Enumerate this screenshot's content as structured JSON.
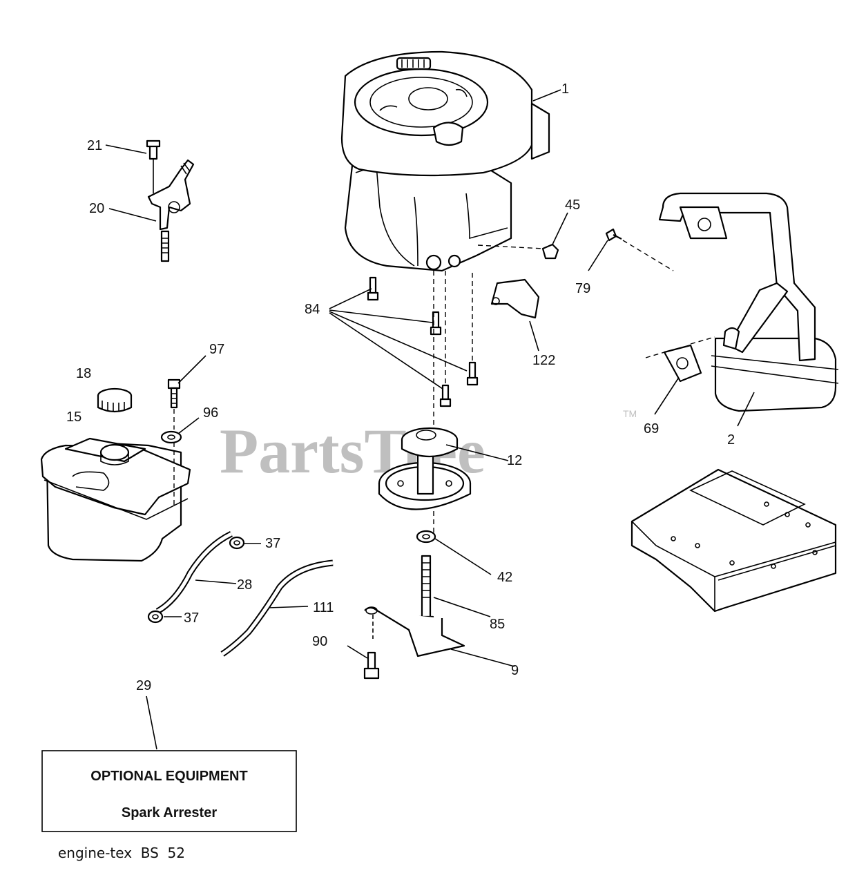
{
  "watermark": {
    "text": "PartsTree",
    "tm": "TM"
  },
  "callouts": {
    "c1": "1",
    "c2": "2",
    "c9": "9",
    "c12": "12",
    "c15": "15",
    "c18": "18",
    "c20": "20",
    "c21": "21",
    "c28": "28",
    "c29": "29",
    "c37a": "37",
    "c37b": "37",
    "c42": "42",
    "c45": "45",
    "c69": "69",
    "c79": "79",
    "c84": "84",
    "c85": "85",
    "c90": "90",
    "c96": "96",
    "c97": "97",
    "c111": "111",
    "c122": "122"
  },
  "optional_box": {
    "line1": "OPTIONAL EQUIPMENT",
    "line2": "Spark Arrester"
  },
  "footer": {
    "code": "engine-tex  BS  52"
  }
}
